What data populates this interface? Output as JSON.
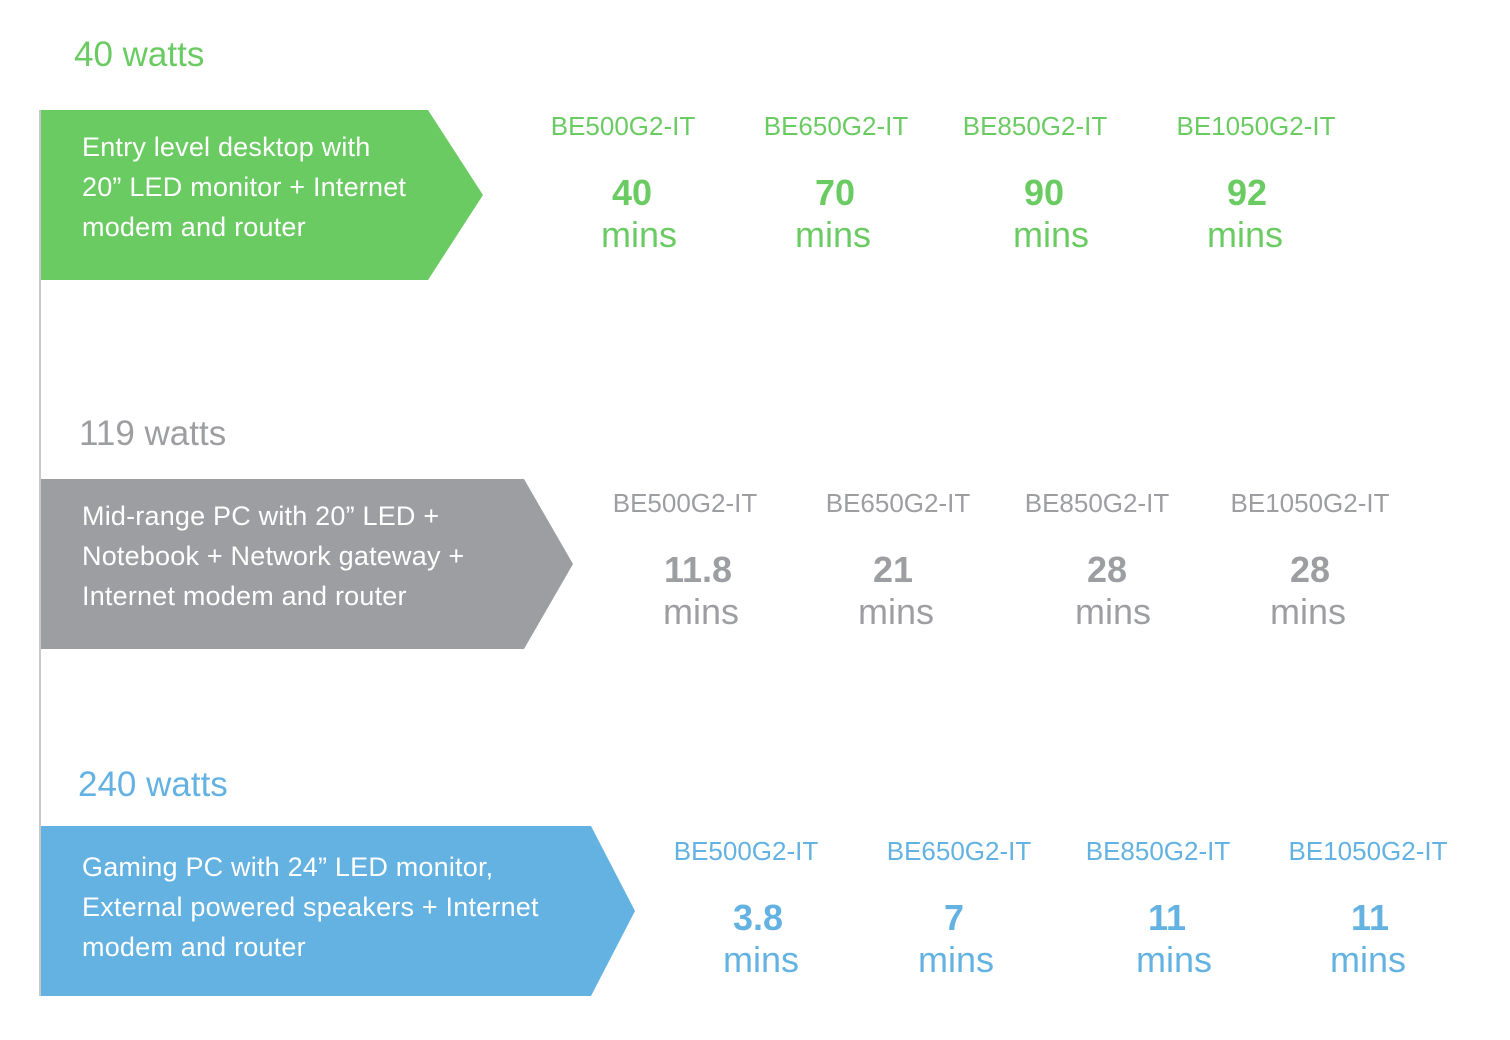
{
  "colors": {
    "green": "#6bcb63",
    "gray": "#9d9ea1",
    "blue": "#63b2e2",
    "line": "#c8c8c8"
  },
  "rows": [
    {
      "watts": "40 watts",
      "description": [
        "Entry level desktop with",
        "20” LED monitor + Internet",
        "modem and router"
      ],
      "models": [
        {
          "name": "BE500G2-IT",
          "value": "40",
          "unit": "mins"
        },
        {
          "name": "BE650G2-IT",
          "value": "70",
          "unit": "mins"
        },
        {
          "name": "BE850G2-IT",
          "value": "90",
          "unit": "mins"
        },
        {
          "name": "BE1050G2-IT",
          "value": "92",
          "unit": "mins"
        }
      ]
    },
    {
      "watts": "119 watts",
      "description": [
        "Mid-range PC with 20” LED +",
        "Notebook + Network gateway +",
        "Internet modem and router"
      ],
      "models": [
        {
          "name": "BE500G2-IT",
          "value": "11.8",
          "unit": "mins"
        },
        {
          "name": "BE650G2-IT",
          "value": "21",
          "unit": "mins"
        },
        {
          "name": "BE850G2-IT",
          "value": "28",
          "unit": "mins"
        },
        {
          "name": "BE1050G2-IT",
          "value": "28",
          "unit": "mins"
        }
      ]
    },
    {
      "watts": "240 watts",
      "description": [
        "Gaming PC with 24” LED monitor,",
        "External powered speakers + Internet",
        "modem and router"
      ],
      "models": [
        {
          "name": "BE500G2-IT",
          "value": "3.8",
          "unit": "mins"
        },
        {
          "name": "BE650G2-IT",
          "value": "7",
          "unit": "mins"
        },
        {
          "name": "BE850G2-IT",
          "value": "11",
          "unit": "mins"
        },
        {
          "name": "BE1050G2-IT",
          "value": "11",
          "unit": "mins"
        }
      ]
    }
  ]
}
